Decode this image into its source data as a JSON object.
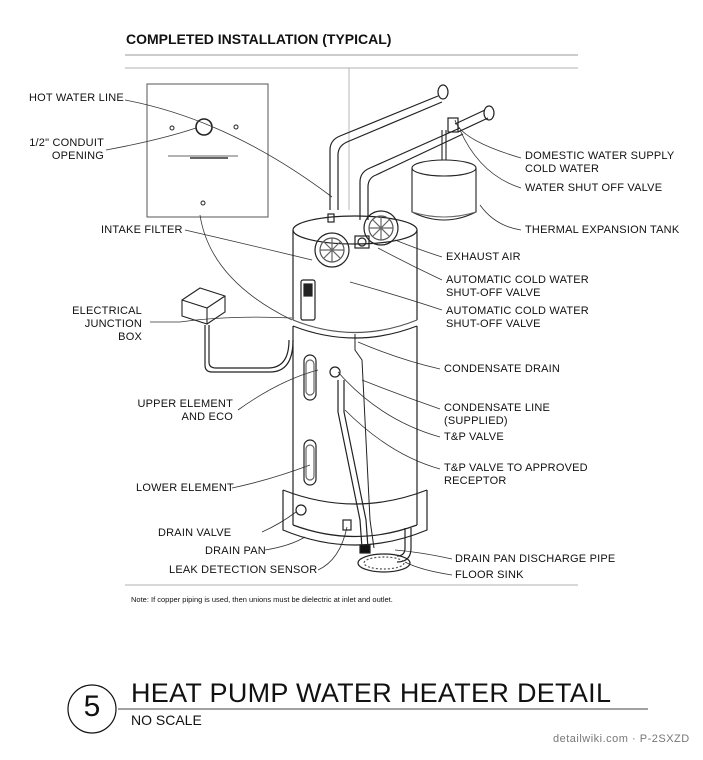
{
  "header": {
    "title": "COMPLETED INSTALLATION (TYPICAL)"
  },
  "labels": {
    "hot_water_line": "HOT WATER LINE",
    "conduit_opening": "1/2\" CONDUIT\nOPENING",
    "intake_filter": "INTAKE FILTER",
    "electrical_junction_box": "ELECTRICAL\nJUNCTION\nBOX",
    "upper_element": "UPPER ELEMENT\nAND ECO",
    "lower_element": "LOWER ELEMENT",
    "drain_valve": "DRAIN VALVE",
    "drain_pan": "DRAIN PAN",
    "leak_detection_sensor": "LEAK DETECTION SENSOR",
    "domestic_water_supply": "DOMESTIC WATER SUPPLY\nCOLD WATER",
    "water_shut_off_valve": "WATER SHUT OFF VALVE",
    "thermal_expansion_tank": "THERMAL EXPANSION TANK",
    "exhaust_air": "EXHAUST AIR",
    "auto_cold_water_1": "AUTOMATIC COLD WATER\nSHUT-OFF VALVE",
    "auto_cold_water_2": "AUTOMATIC COLD WATER\nSHUT-OFF VALVE",
    "condensate_drain": "CONDENSATE DRAIN",
    "condensate_line": "CONDENSATE LINE\n(SUPPLIED)",
    "tp_valve": "T&P VALVE",
    "tp_valve_receptor": "T&P VALVE TO APPROVED\nRECEPTOR",
    "drain_pan_discharge": "DRAIN PAN DISCHARGE PIPE",
    "floor_sink": "FLOOR SINK"
  },
  "note": "Note: If copper piping is used, then unions must be dielectric at inlet and outlet.",
  "detail": {
    "number": "5",
    "title": "HEAT PUMP WATER HEATER DETAIL",
    "scale": "NO SCALE"
  },
  "watermark": "detailwiki.com · P-2SXZD"
}
